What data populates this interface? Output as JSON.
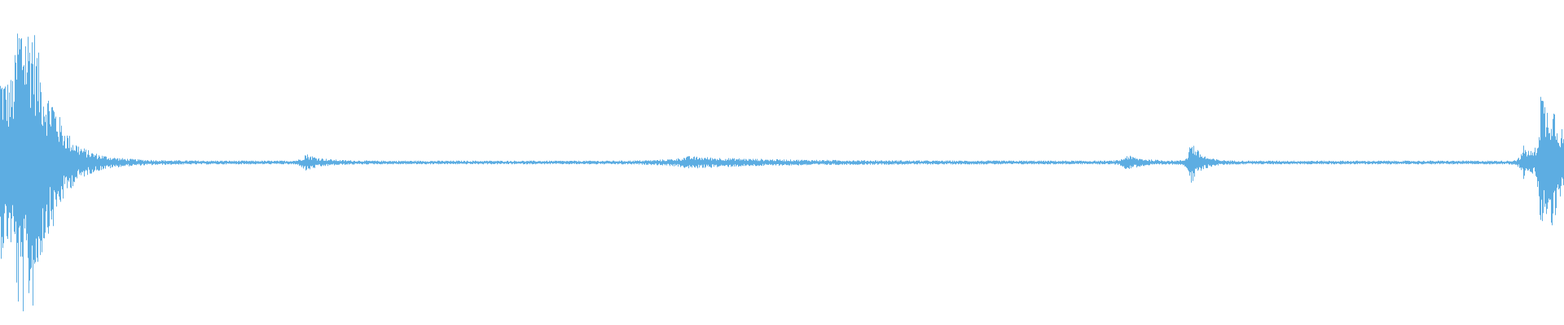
{
  "waveform": {
    "color": "#5dade2",
    "background": "#ffffff",
    "duration": 1,
    "baseline_level": 0.012,
    "bursts": [
      {
        "t": 0.0,
        "amp": 0.62,
        "decay": 0.02
      },
      {
        "t": 0.012,
        "amp": 0.85,
        "decay": 0.01
      },
      {
        "t": 0.02,
        "amp": 0.4,
        "decay": 0.012
      },
      {
        "t": 0.033,
        "amp": 0.1,
        "decay": 0.006
      },
      {
        "t": 0.195,
        "amp": 0.05,
        "decay": 0.01
      },
      {
        "t": 0.44,
        "amp": 0.03,
        "decay": 0.05
      },
      {
        "t": 0.72,
        "amp": 0.04,
        "decay": 0.01
      },
      {
        "t": 0.761,
        "amp": 0.15,
        "decay": 0.006
      },
      {
        "t": 0.974,
        "amp": 0.1,
        "decay": 0.008
      },
      {
        "t": 0.985,
        "amp": 0.48,
        "decay": 0.006
      },
      {
        "t": 0.992,
        "amp": 0.28,
        "decay": 0.012
      }
    ]
  }
}
